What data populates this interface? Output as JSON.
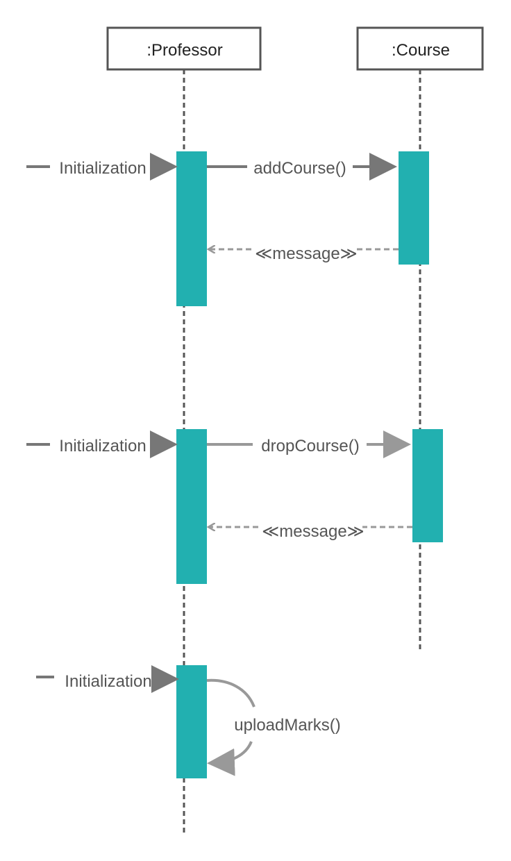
{
  "lifelines": [
    {
      "id": "professor",
      "label": ":Professor"
    },
    {
      "id": "course",
      "label": ":Course"
    }
  ],
  "messages": [
    {
      "id": "init1",
      "label": "Initialization",
      "type": "found"
    },
    {
      "id": "add",
      "label": "addCourse()",
      "type": "sync"
    },
    {
      "id": "ret1",
      "label": "≪message≫",
      "type": "return"
    },
    {
      "id": "init2",
      "label": "Initialization",
      "type": "found"
    },
    {
      "id": "drop",
      "label": "dropCourse()",
      "type": "sync"
    },
    {
      "id": "ret2",
      "label": "≪message≫",
      "type": "return"
    },
    {
      "id": "init3",
      "label": "Initialization",
      "type": "found"
    },
    {
      "id": "upload",
      "label": "uploadMarks()",
      "type": "self"
    }
  ],
  "colors": {
    "activation": "#22B0B0",
    "lifeline": "#555555",
    "arrow_dark": "#777777",
    "arrow_light": "#999999",
    "head_border": "#555555"
  }
}
